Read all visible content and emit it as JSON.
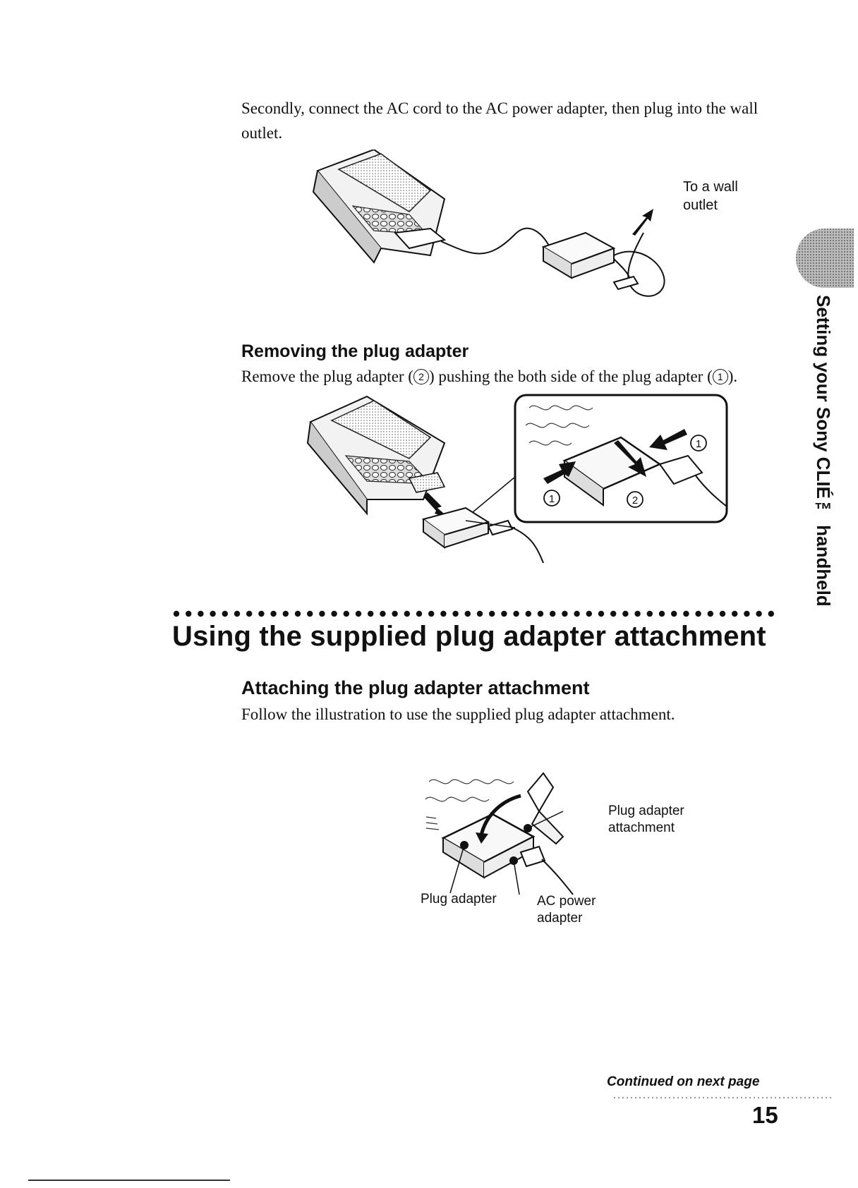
{
  "intro": {
    "text": "Secondly, connect the AC cord to the AC power adapter, then plug into the wall outlet."
  },
  "figure1": {
    "label": "To a wall\noutlet"
  },
  "removing": {
    "heading": "Removing the plug adapter",
    "text_part1": "Remove the plug adapter (",
    "num2": "2",
    "text_part2": ") pushing the both side of the plug adapter (",
    "num1": "1",
    "text_part3": ")."
  },
  "figure2": {
    "callout_1": "1",
    "callout_2": "2"
  },
  "section": {
    "title": "Using the supplied plug adapter attachment"
  },
  "attaching": {
    "heading": "Attaching the plug adapter attachment",
    "text": "Follow the illustration to use the supplied plug adapter attachment."
  },
  "figure3": {
    "label_attachment": "Plug adapter\nattachment",
    "label_plug_adapter": "Plug adapter",
    "label_ac_power_adapter": "AC power\nadapter"
  },
  "side_tab": {
    "title": "Setting your Sony CLIÉ™ handheld"
  },
  "footer": {
    "continued": "Continued on next page",
    "page_number": "15"
  }
}
